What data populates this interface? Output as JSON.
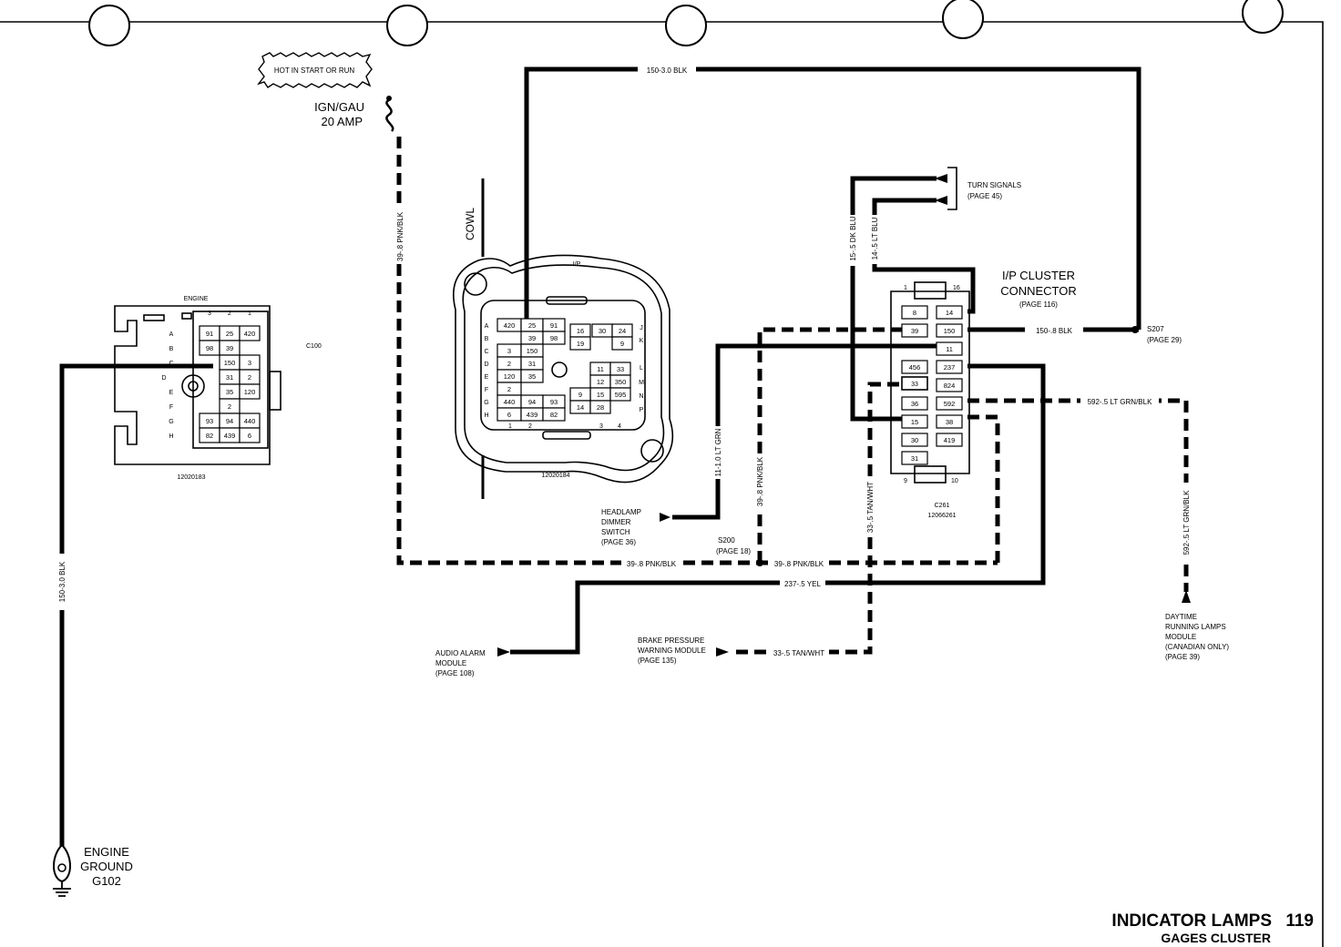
{
  "page": {
    "footer_title": "INDICATOR LAMPS",
    "page_number": "119",
    "footer_subtitle": "GAGES CLUSTER"
  },
  "fuse": {
    "note": "HOT IN START OR RUN",
    "name": "IGN/GAU",
    "rating": "20 AMP"
  },
  "ground": {
    "line1": "ENGINE",
    "line2": "GROUND",
    "line3": "G102"
  },
  "c100": {
    "title": "ENGINE",
    "name": "C100",
    "part": "12020183",
    "col_labels": [
      "3",
      "2",
      "1"
    ],
    "row_labels": [
      "A",
      "B",
      "C",
      "D",
      "E",
      "F",
      "G",
      "H"
    ],
    "cells": [
      "91",
      "25",
      "420",
      "98",
      "39",
      "150",
      "3",
      "31",
      "2",
      "35",
      "120",
      "2",
      "93",
      "94",
      "440",
      "82",
      "439",
      "6"
    ]
  },
  "ip": {
    "cowl": "COWL",
    "label": "I/P",
    "part": "12020184",
    "row_labels": [
      "A",
      "B",
      "C",
      "D",
      "E",
      "F",
      "G",
      "H"
    ],
    "right_labels": [
      "J",
      "K",
      "L",
      "M",
      "N",
      "P"
    ],
    "bottom_labels": [
      "1",
      "2",
      "3",
      "4"
    ],
    "cells": [
      "420",
      "25",
      "91",
      "39",
      "98",
      "3",
      "150",
      "2",
      "31",
      "120",
      "35",
      "2",
      "440",
      "94",
      "93",
      "6",
      "439",
      "82",
      "16",
      "30",
      "24",
      "19",
      "9",
      "11",
      "33",
      "12",
      "350",
      "15",
      "595",
      "9",
      "14",
      "28"
    ]
  },
  "cluster": {
    "title_line1": "I/P CLUSTER",
    "title_line2": "CONNECTOR",
    "page_ref": "(PAGE 116)",
    "name": "C261",
    "part": "12066261",
    "pin_top_left": "1",
    "pin_top_right": "16",
    "pin_bottom_left": "9",
    "pin_bottom_right": "10",
    "left_cells": [
      "8",
      "39",
      "",
      "456",
      "",
      "36",
      "15",
      "30",
      "31"
    ],
    "right_cells": [
      "14",
      "150",
      "11",
      "237",
      "824",
      "592",
      "38",
      "419"
    ],
    "extra_cell": "33"
  },
  "wires": {
    "top_blk": "150-3.0 BLK",
    "pnk_vertical": "39-.8 PNK/BLK",
    "dk_blu": "15-.5 DK BLU",
    "lt_blu": "14-.5 LT BLU",
    "blk_150": "150-.8 BLK",
    "grn_592": "592-.5 LT GRN/BLK",
    "grn_592_vert": "592-.5 LT GRN/BLK",
    "lt_grn": "11-1.0 LT GRN",
    "pnk_center": "39-.8 PNK/BLK",
    "tan_vert": "33-.5 TAN/WHT",
    "pnk_bottom_left": "39-.8 PNK/BLK",
    "pnk_bottom_right": "39-.8 PNK/BLK",
    "yel": "237-.5 YEL",
    "tan_bottom": "33-.5 TAN/WHT",
    "ground_blk": "150-3.0 BLK"
  },
  "splices": {
    "s207": "S207",
    "s207_page": "(PAGE 29)",
    "s200": "S200",
    "s200_page": "(PAGE 18)"
  },
  "modules": {
    "turn_line1": "TURN SIGNALS",
    "turn_line2": "(PAGE 45)",
    "headlamp_line1": "HEADLAMP",
    "headlamp_line2": "DIMMER",
    "headlamp_line3": "SWITCH",
    "headlamp_line4": "(PAGE 36)",
    "audio_line1": "AUDIO ALARM",
    "audio_line2": "MODULE",
    "audio_line3": "(PAGE 108)",
    "brake_line1": "BRAKE PRESSURE",
    "brake_line2": "WARNING MODULE",
    "brake_line3": "(PAGE 135)",
    "drl_line1": "DAYTIME",
    "drl_line2": "RUNNING LAMPS",
    "drl_line3": "MODULE",
    "drl_line4": "(CANADIAN ONLY)",
    "drl_line5": "(PAGE 39)"
  }
}
